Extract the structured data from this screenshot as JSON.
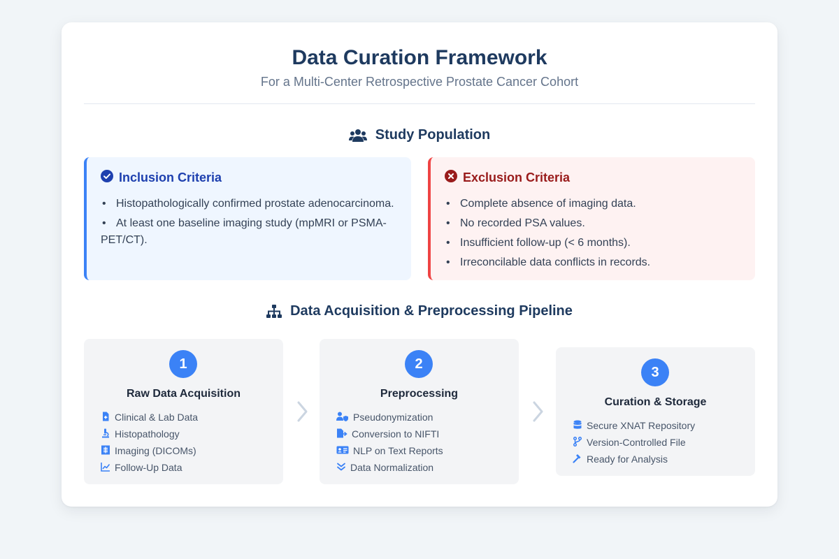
{
  "header": {
    "title": "Data Curation Framework",
    "subtitle": "For a Multi-Center Retrospective Prostate Cancer Cohort"
  },
  "population": {
    "heading": "Study Population",
    "icon": "users-icon",
    "inclusion": {
      "title": "Inclusion Criteria",
      "icon": "check-circle-icon",
      "items": [
        "Histopathologically confirmed prostate adenocarcinoma.",
        "At least one baseline imaging study (mpMRI or PSMA-PET/CT)."
      ]
    },
    "exclusion": {
      "title": "Exclusion Criteria",
      "icon": "x-circle-icon",
      "items": [
        "Complete absence of imaging data.",
        "No recorded PSA values.",
        "Insufficient follow-up (< 6 months).",
        "Irreconcilable data conflicts in records."
      ]
    }
  },
  "pipeline": {
    "heading": "Data Acquisition & Preprocessing Pipeline",
    "icon": "sitemap-icon",
    "steps": [
      {
        "number": "1",
        "title": "Raw Data Acquisition",
        "items": [
          {
            "label": "Clinical & Lab Data",
            "icon": "medical-file-icon"
          },
          {
            "label": "Histopathology",
            "icon": "microscope-icon"
          },
          {
            "label": "Imaging (DICOMs)",
            "icon": "x-ray-icon"
          },
          {
            "label": "Follow-Up Data",
            "icon": "line-chart-icon"
          }
        ]
      },
      {
        "number": "2",
        "title": "Preprocessing",
        "items": [
          {
            "label": "Pseudonymization",
            "icon": "user-shield-icon"
          },
          {
            "label": "Conversion to NIFTI",
            "icon": "file-export-icon"
          },
          {
            "label": "NLP on Text Reports",
            "icon": "id-card-icon"
          },
          {
            "label": "Data Normalization",
            "icon": "double-check-icon"
          }
        ]
      },
      {
        "number": "3",
        "title": "Curation & Storage",
        "items": [
          {
            "label": "Secure XNAT Repository",
            "icon": "database-icon"
          },
          {
            "label": "Version-Controlled File",
            "icon": "code-branch-icon"
          },
          {
            "label": "Ready for Analysis",
            "icon": "hammer-icon"
          }
        ]
      }
    ]
  },
  "colors": {
    "primary": "#3b82f6",
    "heading": "#1e3a5f",
    "inclusion_bg": "#eff6ff",
    "exclusion_bg": "#fef2f2",
    "exclusion_accent": "#ef4444"
  }
}
